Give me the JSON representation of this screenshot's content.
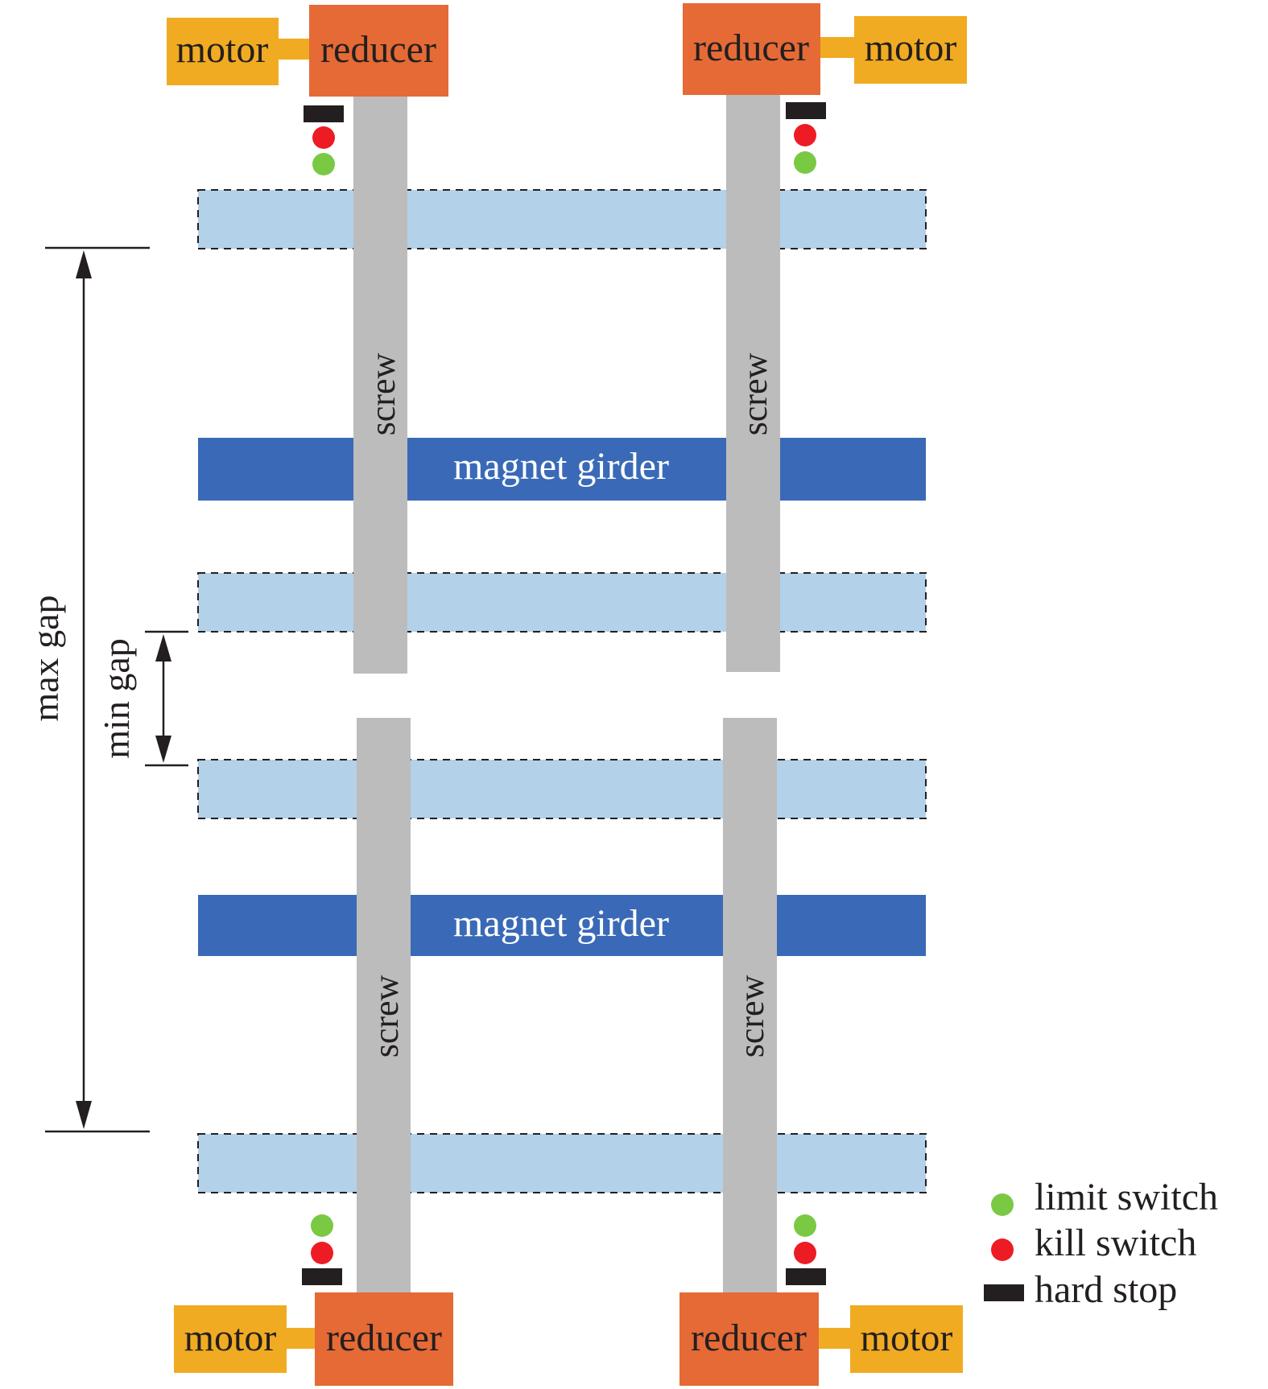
{
  "labels": {
    "motor": "motor",
    "reducer": "reducer",
    "screw": "screw",
    "magnet_girder": "magnet girder",
    "max_gap": "max gap",
    "min_gap": "min gap"
  },
  "legend": {
    "items": [
      {
        "label": "limit switch",
        "color": "#7ac943"
      },
      {
        "label": "kill switch",
        "color": "#ed1c24"
      },
      {
        "label": "hard stop",
        "color": "#231f20"
      }
    ]
  },
  "colors": {
    "motor": "#f1ab22",
    "reducer": "#e56a35",
    "screw": "#bcbcbc",
    "girder": "#3a6ab7",
    "range_band": "#b3d1e8",
    "limit_switch": "#7ac943",
    "kill_switch": "#ed1c24",
    "hard_stop": "#231f20",
    "text_on_dark": "#ffffff",
    "text": "#231f20"
  }
}
